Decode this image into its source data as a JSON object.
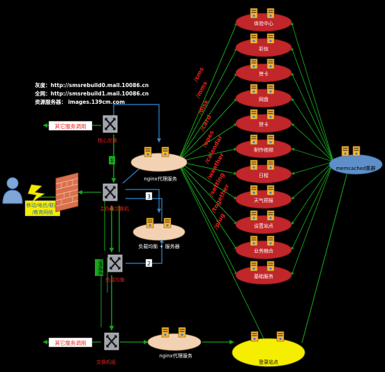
{
  "colors": {
    "background": "#000000",
    "service_node": "#c0262a",
    "proxy_node": "#f2d2b2",
    "memcached_node": "#5f8fc8",
    "login_node": "#f6ee00",
    "green_link": "#17a51c",
    "blue_link": "#2f8ad6",
    "label_red": "#e2231a",
    "info_text": "#ffffff"
  },
  "info_block": {
    "line1": "灰度：http://smsrebuild0.mail.10086.cn",
    "line2": "全网：http://smsrebuild1.mail.10086.cn",
    "line3": "资源服务器： images.139cm.com"
  },
  "services": [
    "体验中心",
    "彩信",
    "贺卡",
    "网盘",
    "贺卡",
    "制作视频",
    "日程",
    "天气预报",
    "设置站点",
    "业务融合",
    "基础服务"
  ],
  "routes": [
    "/sms",
    "/mms",
    "/disk",
    "/card",
    "/opes",
    "/calendar",
    "/weather",
    "/setting",
    "/together",
    "/plug"
  ],
  "memcached_label": "memcached集群",
  "login_label": "登录站点",
  "proxy_top_label": "nginx代理服务",
  "proxy_mid_label": "负载均衡 + 服务器",
  "proxy_bottom_label": "nginx代理服务",
  "other_service_top": "其它服务调用",
  "other_service_bottom": "其它服务调用",
  "user_label_line1": "移动/电信/联通",
  "user_label_line2": "/教育网络",
  "switch_labels": {
    "top": "核心交换",
    "middle": "主负载交换机",
    "lower": "负载均衡",
    "bottom": "交换机组"
  },
  "vertical_label": "内网通道",
  "port_labels": [
    "1",
    "2",
    "3"
  ]
}
